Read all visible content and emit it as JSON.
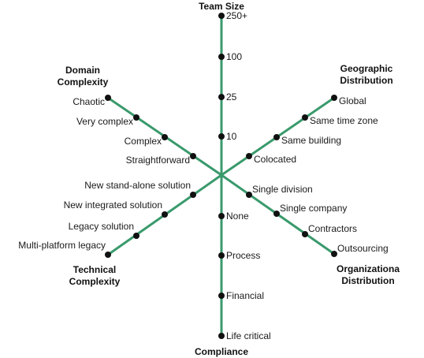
{
  "colors": {
    "axis": "#3a9a6c",
    "point": "#111111",
    "text": "#1a1a1a"
  },
  "axes": [
    {
      "id": "team-size",
      "title": [
        "Team Size"
      ],
      "ticks": [
        "10",
        "25",
        "100",
        "250+"
      ]
    },
    {
      "id": "geographic-distribution",
      "title": [
        "Geographic",
        "Distribution"
      ],
      "ticks": [
        "Colocated",
        "Same building",
        "Same time zone",
        "Global"
      ]
    },
    {
      "id": "organizational-distribution",
      "title": [
        "Organizationa",
        "Distribution"
      ],
      "ticks": [
        "Single division",
        "Single company",
        "Contractors",
        "Outsourcing"
      ]
    },
    {
      "id": "compliance",
      "title": [
        "Compliance"
      ],
      "ticks": [
        "None",
        "Process",
        "Financial",
        "Life critical"
      ]
    },
    {
      "id": "technical-complexity",
      "title": [
        "Technical",
        "Complexity"
      ],
      "ticks": [
        "New stand-alone solution",
        "New integrated solution",
        "Legacy solution",
        "Multi-platform legacy"
      ]
    },
    {
      "id": "domain-complexity",
      "title": [
        "Domain",
        "Complexity"
      ],
      "ticks": [
        "Straightforward",
        "Complex",
        "Very complex",
        "Chaotic"
      ]
    }
  ]
}
